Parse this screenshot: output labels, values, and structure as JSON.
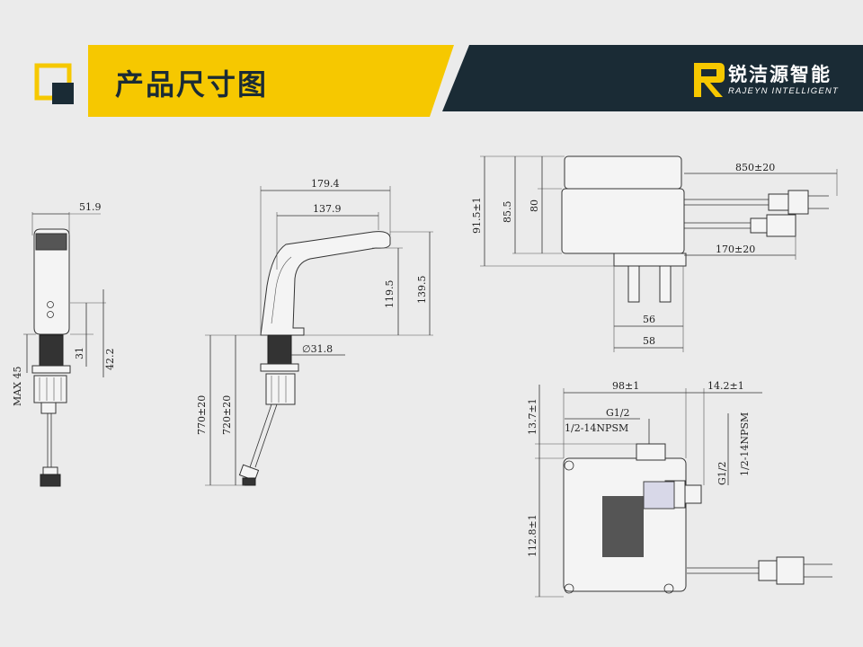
{
  "header": {
    "title": "产品尺寸图",
    "brand_cn": "锐洁源智能",
    "brand_en": "RAJEYN INTELLIGENT",
    "colors": {
      "yellow": "#f6c800",
      "navy": "#1a2b35",
      "background": "#ebebeb"
    },
    "logo_icon": "rajeyn-r-logo-icon",
    "square_icon": "yellow-square-icon"
  },
  "front_view": {
    "width": "51.9",
    "max_thickness": "MAX 45",
    "h1": "31",
    "h2": "42.2"
  },
  "side_view": {
    "total_length": "179.4",
    "spout_length": "137.9",
    "height_small": "119.5",
    "height_large": "139.5",
    "diameter": "∅31.8",
    "hose1": "770±20",
    "hose2": "720±20"
  },
  "power_box": {
    "cable1": "850±20",
    "cable2": "170±20",
    "h_total": "91.5±1",
    "h_mid": "85.5",
    "h_body": "80",
    "w_inner": "56",
    "w_outer": "58"
  },
  "valve_box": {
    "width": "98±1",
    "offset": "14.2±1",
    "top_offset": "13.7±1",
    "height": "112.8±1",
    "thread_top_a": "G1/2",
    "thread_top_b": "1/2-14NPSM",
    "thread_side_a": "G1/2",
    "thread_side_b": "1/2-14NPSM"
  }
}
